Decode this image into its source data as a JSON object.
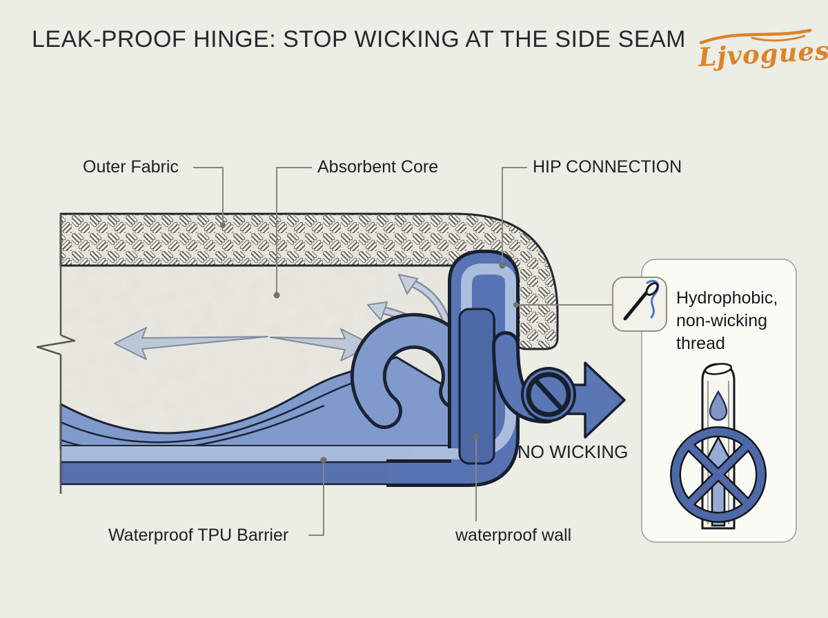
{
  "header": {
    "title": "LEAK-PROOF HINGE: STOP WICKING AT THE SIDE SEAM",
    "brand": "Ljvogues"
  },
  "labels": {
    "outer_fabric": "Outer Fabric",
    "absorbent_core": "Absorbent Core",
    "hip_connection": "HIP CONNECTION",
    "no_wicking": "NO WICKING",
    "tpu_barrier": "Waterproof TPU Barrier",
    "waterproof_wall": "waterproof wall"
  },
  "callout": {
    "thread_note": "Hydrophobic, non-wicking thread"
  },
  "icons": {
    "needle_badge": "needle-and-thread-icon",
    "arrow_prohibition": "no-symbol-icon",
    "capillary_block": "crossed-circle-icon",
    "droplet": "water-droplet-icon"
  },
  "colors": {
    "background": "#ecede4",
    "accent_orange": "#d9852c",
    "water_blue": "#7e95c5",
    "barrier_blue": "#5671ae",
    "light_blue": "#a9bbdc",
    "wall_blue": "#4e69a8",
    "outline_navy": "#1b2334",
    "text": "#1d1f22"
  }
}
